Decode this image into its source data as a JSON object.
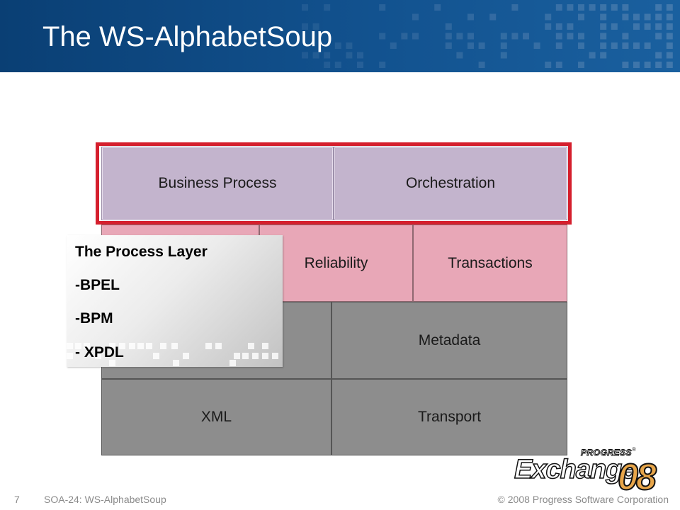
{
  "slide": {
    "title": "The WS-AlphabetSoup"
  },
  "stack": {
    "process_row": [
      "Business Process",
      "Orchestration"
    ],
    "qos_row": [
      "",
      "Reliability",
      "Transactions"
    ],
    "metadata_row": [
      "",
      "Metadata"
    ],
    "base_row": [
      "XML",
      "Transport"
    ]
  },
  "callout": {
    "heading": "The Process Layer",
    "items": [
      "-BPEL",
      "-BPM",
      "- XPDL"
    ]
  },
  "footer": {
    "slide_number": "7",
    "session": "SOA-24: WS-AlphabetSoup",
    "copyright": "© 2008 Progress Software Corporation"
  },
  "logo": {
    "brand": "PROGRESS",
    "registered_mark": "®",
    "event": "Exchange",
    "year": "08"
  },
  "colors": {
    "header_blue": "#0a3f74",
    "process_layer": "#c3b4cd",
    "qos_layer": "#e8a7b7",
    "base_layers": "#8d8d8d",
    "highlight_border": "#d51f2d"
  }
}
